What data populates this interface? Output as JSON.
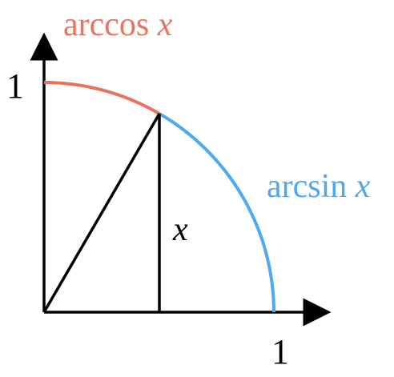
{
  "labels": {
    "arccos_fn": "arccos",
    "arcsin_fn": "arcsin",
    "var": "x",
    "y_axis_one": "1",
    "x_axis_one": "1",
    "segment_label": "x"
  },
  "colors": {
    "arccos": "#e8735e",
    "arcsin": "#4ea8f2",
    "axes": "#000000",
    "segments": "#000000"
  }
}
